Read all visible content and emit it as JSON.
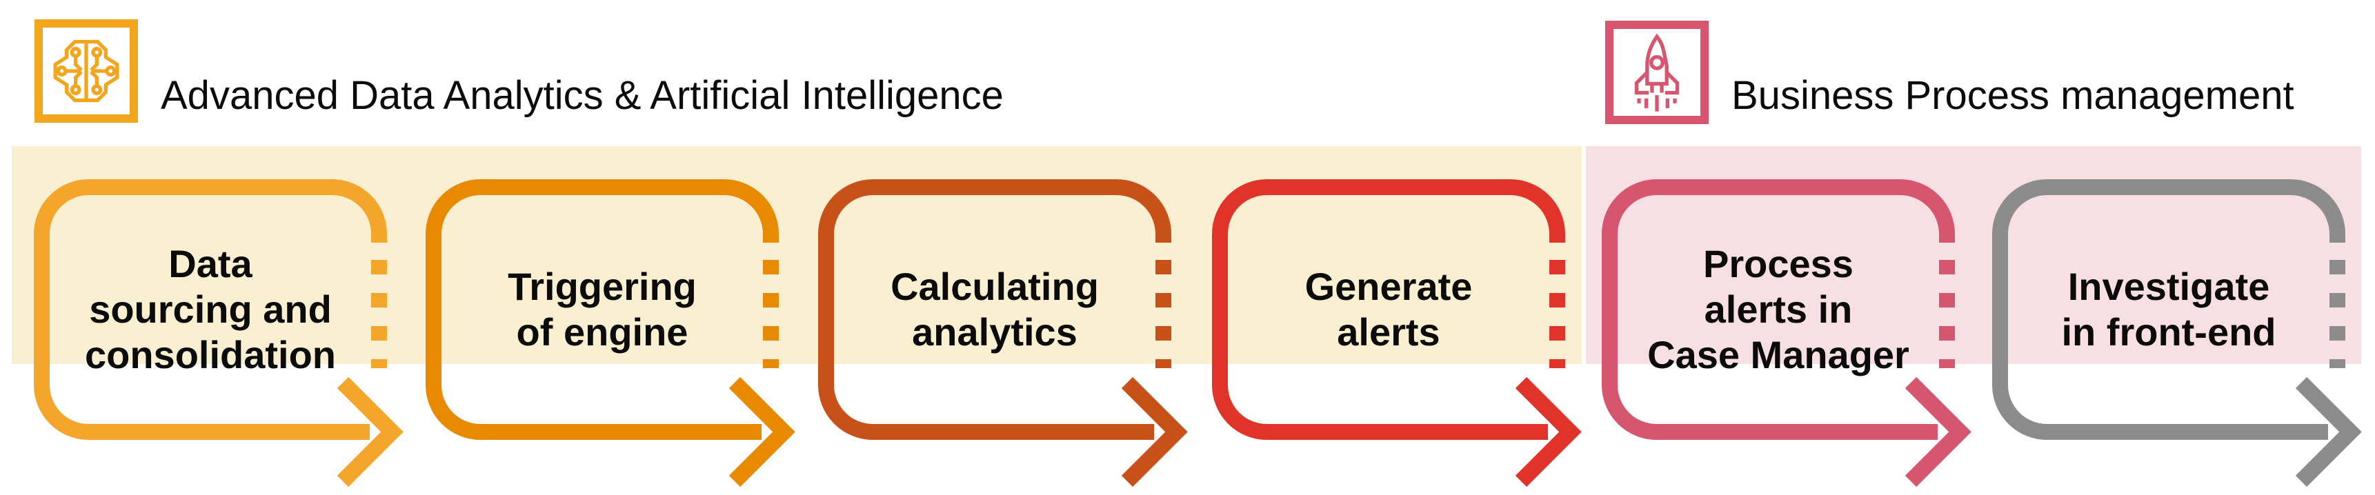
{
  "sections": [
    {
      "label": "Advanced Data Analytics & Artificial Intelligence",
      "icon": "brain-circuit-icon",
      "accent_color": "#F3A51D",
      "band_color": "#FBEFD2"
    },
    {
      "label": "Business Process management",
      "icon": "rocket-icon",
      "accent_color": "#D5566E",
      "band_color": "#F8DFE3"
    }
  ],
  "steps": [
    {
      "label": "Data\nsourcing and\nconsolidation",
      "color": "#F4A52C",
      "section": "Advanced Data Analytics & Artificial Intelligence"
    },
    {
      "label": "Triggering\nof engine",
      "color": "#E88A00",
      "section": "Advanced Data Analytics & Artificial Intelligence"
    },
    {
      "label": "Calculating\nanalytics",
      "color": "#C8511A",
      "section": "Advanced Data Analytics & Artificial Intelligence"
    },
    {
      "label": "Generate\nalerts",
      "color": "#E0342B",
      "section": "Advanced Data Analytics & Artificial Intelligence"
    },
    {
      "label": "Process\nalerts in\nCase Manager",
      "color": "#D5566E",
      "section": "Business Process management"
    },
    {
      "label": "Investigate\nin front-end",
      "color": "#8C8C8C",
      "section": "Business Process management"
    }
  ],
  "text_color": "#0B0B0B"
}
